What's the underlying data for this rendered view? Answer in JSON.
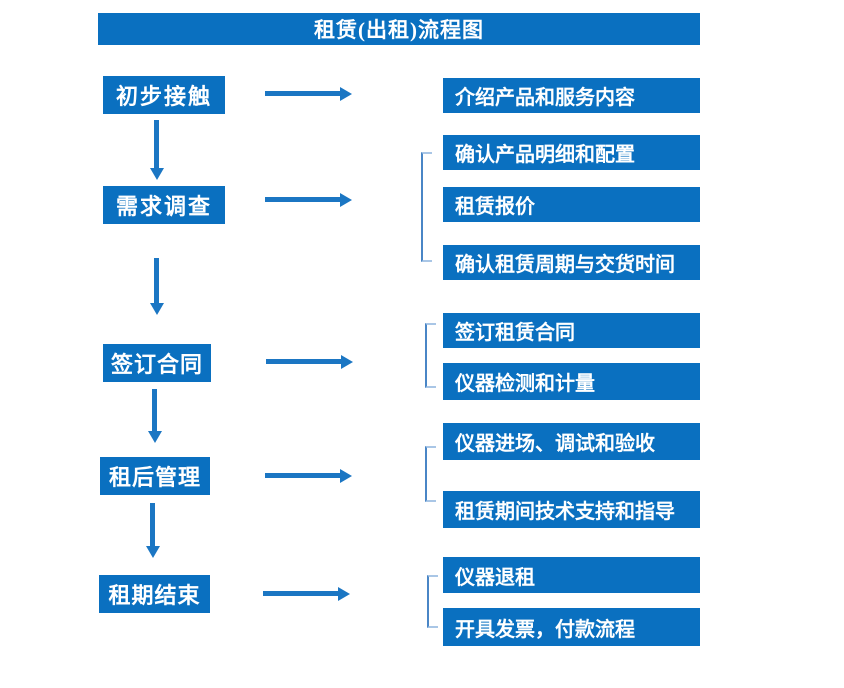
{
  "title": "租赁(出租)流程图",
  "colors": {
    "primary_blue": "#0a70c0",
    "arrow_blue": "#1b76c3",
    "bracket_blue": "#4a86c6"
  },
  "steps": [
    {
      "label": "初步接触",
      "details": [
        "介绍产品和服务内容"
      ]
    },
    {
      "label": "需求调查",
      "details": [
        "确认产品明细和配置",
        "租赁报价",
        "确认租赁周期与交货时间"
      ]
    },
    {
      "label": "签订合同",
      "details": [
        "签订租赁合同",
        "仪器检测和计量"
      ]
    },
    {
      "label": "租后管理",
      "details": [
        "仪器进场、调试和验收",
        "租赁期间技术支持和指导"
      ]
    },
    {
      "label": "租期结束",
      "details": [
        "仪器退租",
        "开具发票，付款流程"
      ]
    }
  ]
}
